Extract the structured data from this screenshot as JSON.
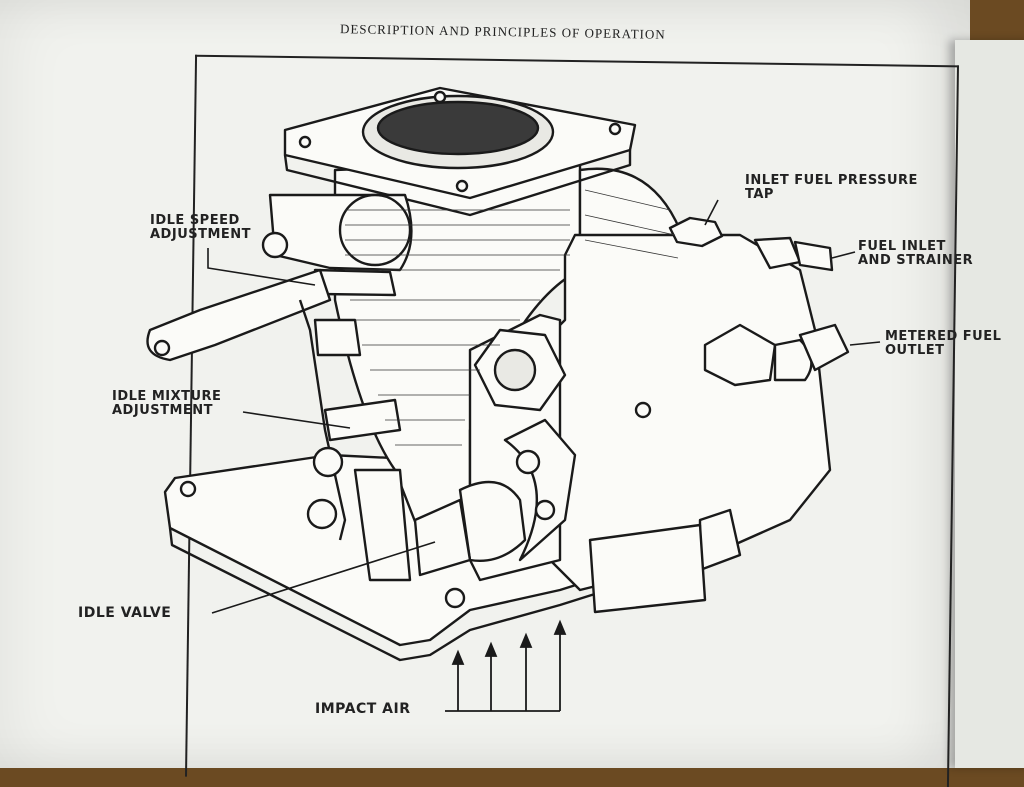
{
  "page_header": "DESCRIPTION AND PRINCIPLES OF OPERATION",
  "labels": {
    "idle_speed_adjustment": "IDLE SPEED\nADJUSTMENT",
    "inlet_fuel_pressure_tap": "INLET FUEL PRESSURE\nTAP",
    "fuel_inlet_and_strainer": "FUEL INLET\nAND STRAINER",
    "metered_fuel_outlet": "METERED FUEL\nOUTLET",
    "idle_mixture_adjustment": "IDLE MIXTURE\nADJUSTMENT",
    "idle_valve": "IDLE VALVE",
    "impact_air": "IMPACT AIR"
  }
}
